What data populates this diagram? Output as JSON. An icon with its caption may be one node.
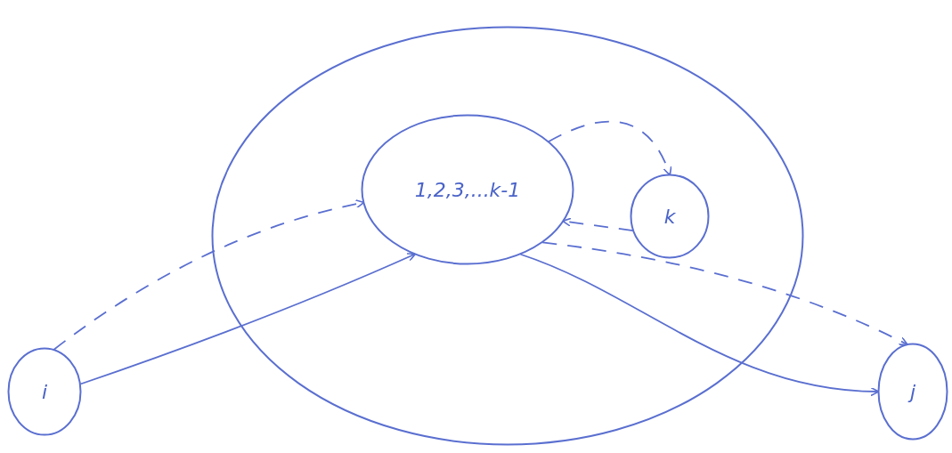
{
  "diagram": {
    "nodes": [
      {
        "text": [],
        "shape": "circle"
      },
      {
        "text": [
          "1,2,3,...k-1"
        ],
        "in": 0
      },
      {
        "text": [
          "k"
        ],
        "in": 0
      },
      {
        "text": [
          "i"
        ]
      },
      {
        "text": [
          "j"
        ]
      }
    ],
    "edges": [
      {
        "from": 3,
        "to": 1,
        "arrow": "to",
        "style": "dashed"
      },
      {
        "from": 3,
        "to": 1,
        "arrow": "to"
      },
      {
        "from": 1,
        "to": 2,
        "arrow": "to",
        "style": "dashed"
      },
      {
        "from": 2,
        "to": 1,
        "arrow": "to",
        "style": "dashed"
      },
      {
        "from": 1,
        "to": 4,
        "arrow": "to",
        "style": "dashed"
      },
      {
        "from": 1,
        "to": 4,
        "arrow": "to"
      }
    ]
  }
}
